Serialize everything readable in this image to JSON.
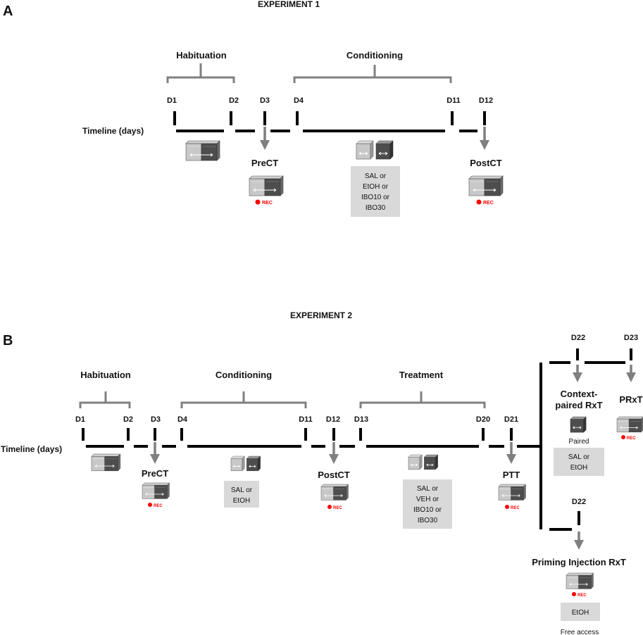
{
  "colors": {
    "timeline": "#000000",
    "bracket": "#808080",
    "arrow": "#7f7f7f",
    "box": "#d9d9d9",
    "rec": "#ff0000"
  },
  "panel_a": {
    "letter": "A",
    "title": "EXPERIMENT  1",
    "timeline_label": "Timeline (days)",
    "phases": {
      "habituation": "Habituation",
      "conditioning": "Conditioning"
    },
    "days": [
      "D1",
      "D2",
      "D3",
      "D4",
      "D11",
      "D12"
    ],
    "tests": {
      "pre": "PreCT",
      "post": "PostCT"
    },
    "rec": "REC",
    "treatment_box": [
      "SAL or",
      "EtOH or",
      "IBO10 or",
      "IBO30"
    ]
  },
  "panel_b": {
    "letter": "B",
    "title": "EXPERIMENT  2",
    "timeline_label": "Timeline (days)",
    "phases": {
      "habituation": "Habituation",
      "conditioning": "Conditioning",
      "treatment": "Treatment"
    },
    "days": [
      "D1",
      "D2",
      "D3",
      "D4",
      "D11",
      "D12",
      "D13",
      "D20",
      "D21"
    ],
    "branch_days": [
      "D22",
      "D23",
      "D22"
    ],
    "tests": {
      "pre": "PreCT",
      "post": "PostCT",
      "ptt": "PTT",
      "prxt": "PRxT"
    },
    "context_rxt": [
      "Context-",
      "paired RxT"
    ],
    "paired": "Paired",
    "priming": "Priming Injection RxT",
    "free_access": "Free access",
    "rec": "REC",
    "conditioning_box": [
      "SAL or",
      "EtOH"
    ],
    "treatment_box": [
      "SAL or",
      "VEH or",
      "IBO10 or",
      "IBO30"
    ],
    "context_box": [
      "SAL or",
      "EtOH"
    ],
    "priming_box": [
      "EtOH"
    ]
  }
}
